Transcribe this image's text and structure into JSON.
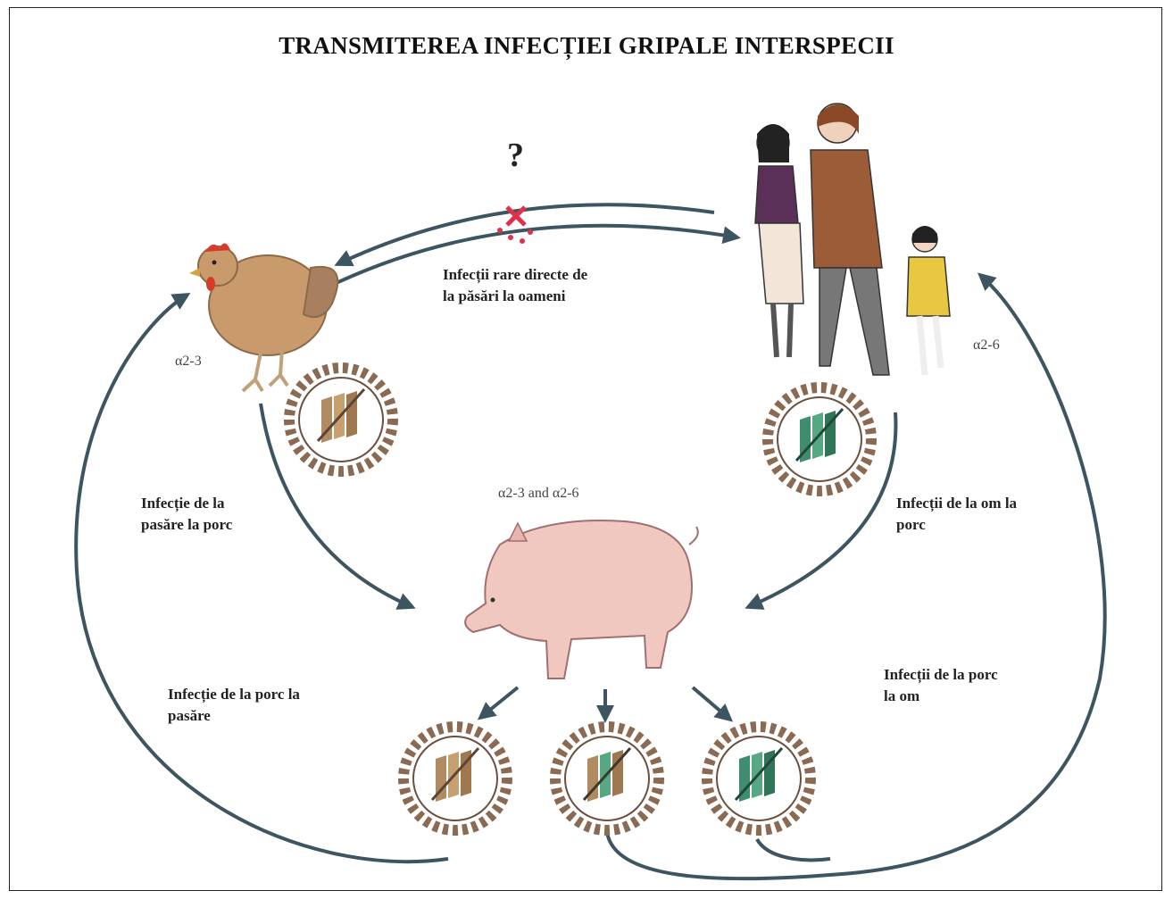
{
  "title": "TRANSMITEREA INFECȚIEI GRIPALE INTERSPECII",
  "question_mark": "?",
  "receptors": {
    "bird": "α2-3",
    "human": "α2-6",
    "pig": "α2-3 and α2-6"
  },
  "labels": {
    "bird_to_human": [
      "Infecții rare directe de",
      "la păsări la oameni"
    ],
    "bird_to_pig": [
      "Infecție de la",
      "pasăre la porc"
    ],
    "human_to_pig": [
      "Infecții de la om la",
      "porc"
    ],
    "pig_to_bird": [
      "Infecție de la porc la",
      "pasăre"
    ],
    "pig_to_human": [
      "Infecții de la porc",
      "la om"
    ]
  },
  "colors": {
    "arrow": "#3d5560",
    "virus_ring": "#7a5a45",
    "virus_spike": "#3a2a22",
    "segment_bird": "#b08a60",
    "segment_human": "#3f8c6e",
    "blocked": "#e0304a"
  }
}
